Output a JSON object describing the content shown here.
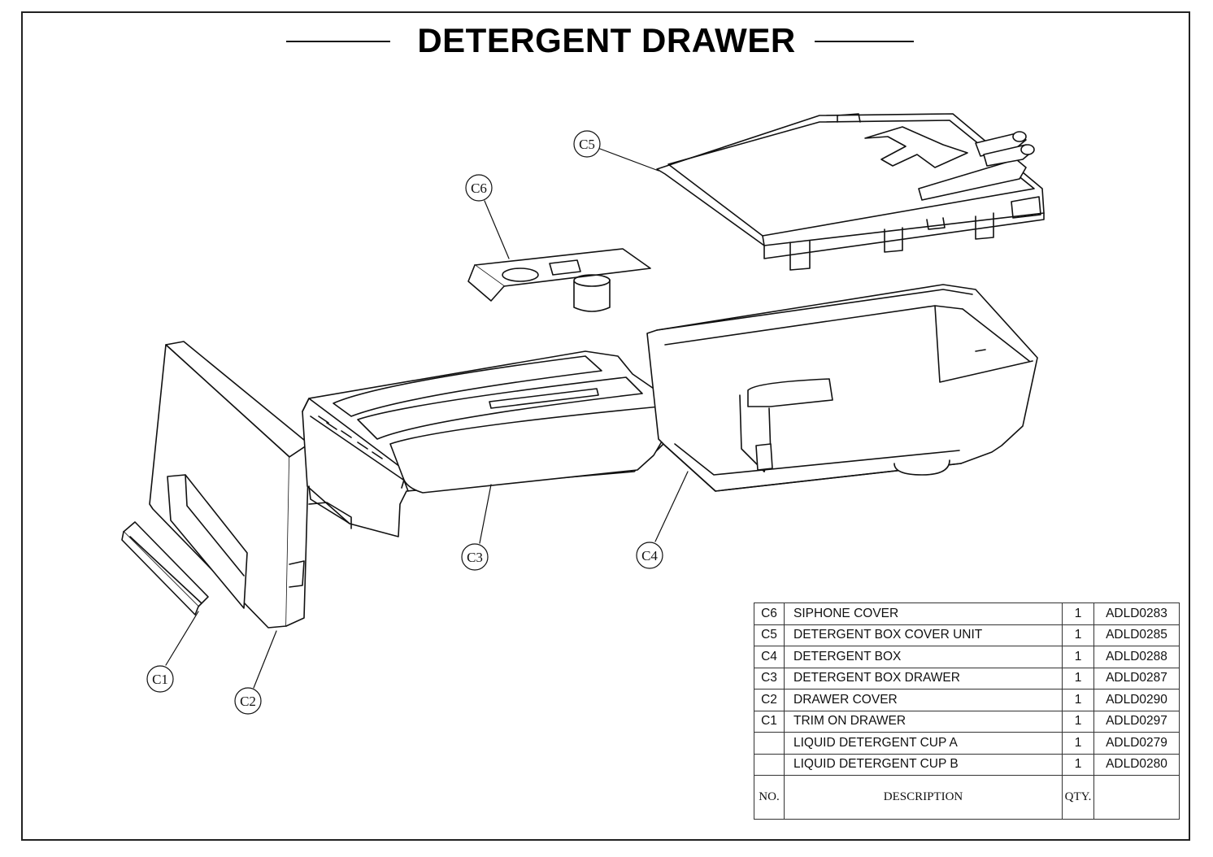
{
  "title": "DETERGENT DRAWER",
  "callouts": [
    "C1",
    "C2",
    "C3",
    "C4",
    "C5",
    "C6"
  ],
  "parts_table": {
    "rows": [
      {
        "no": "C6",
        "description": "SIPHONE COVER",
        "qty": "1",
        "code": "ADLD0283"
      },
      {
        "no": "C5",
        "description": "DETERGENT BOX COVER UNIT",
        "qty": "1",
        "code": "ADLD0285"
      },
      {
        "no": "C4",
        "description": "DETERGENT BOX",
        "qty": "1",
        "code": "ADLD0288"
      },
      {
        "no": "C3",
        "description": "DETERGENT BOX DRAWER",
        "qty": "1",
        "code": "ADLD0287"
      },
      {
        "no": "C2",
        "description": "DRAWER COVER",
        "qty": "1",
        "code": "ADLD0290"
      },
      {
        "no": "C1",
        "description": "TRIM ON DRAWER",
        "qty": "1",
        "code": "ADLD0297"
      },
      {
        "no": "",
        "description": "LIQUID DETERGENT CUP A",
        "qty": "1",
        "code": "ADLD0279"
      },
      {
        "no": "",
        "description": "LIQUID DETERGENT CUP B",
        "qty": "1",
        "code": "ADLD0280"
      }
    ],
    "header": {
      "no": "NO.",
      "description": "DESCRIPTION",
      "qty": "QTY.",
      "code": ""
    }
  }
}
